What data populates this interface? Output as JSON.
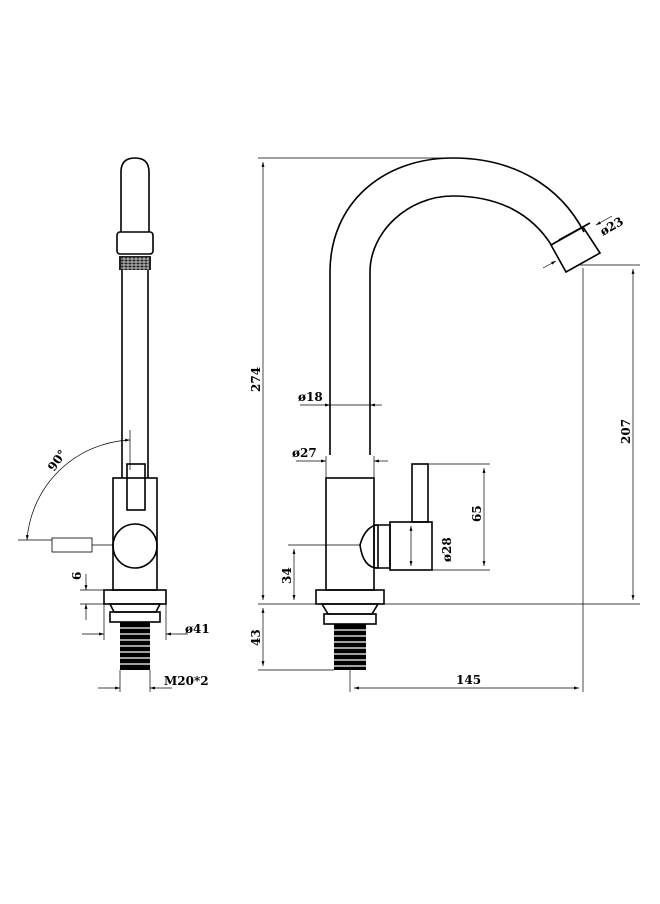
{
  "dimensions": {
    "spout_outlet_diameter": "ø23",
    "total_height": "274",
    "pipe_diameter": "ø18",
    "body_diameter": "ø27",
    "outlet_height": "207",
    "handle_height": "65",
    "handle_diameter": "ø28",
    "handle_axis_height": "34",
    "base_diameter": "ø41",
    "nut_thickness": "6",
    "shank_length": "43",
    "thread_size": "M20*2",
    "spout_reach": "145",
    "lever_rotation": "90°"
  }
}
